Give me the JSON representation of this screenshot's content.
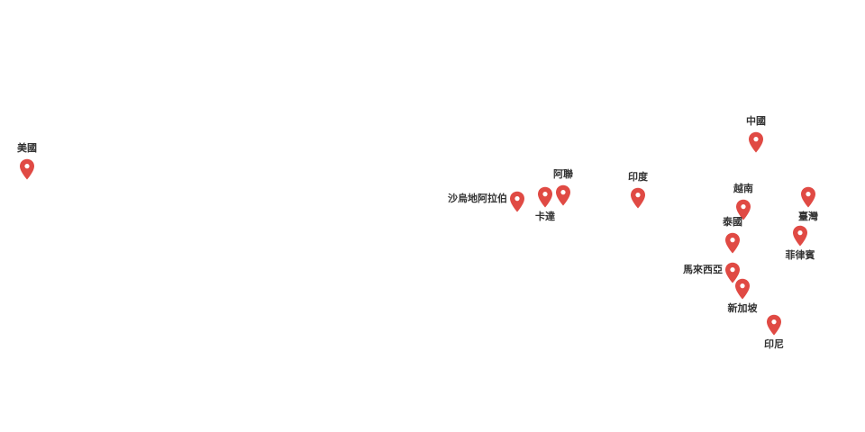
{
  "map": {
    "pin_color": "#e04a44",
    "pin_dot_color": "#ffffff",
    "label_color": "#333333",
    "markers": [
      {
        "id": "usa",
        "name": "美國"
      },
      {
        "id": "saudi",
        "name": "沙烏地阿拉伯"
      },
      {
        "id": "qatar",
        "name": "卡達"
      },
      {
        "id": "uae",
        "name": "阿聯"
      },
      {
        "id": "india",
        "name": "印度"
      },
      {
        "id": "china",
        "name": "中國"
      },
      {
        "id": "vietnam",
        "name": "越南"
      },
      {
        "id": "taiwan",
        "name": "臺灣"
      },
      {
        "id": "thailand",
        "name": "泰國"
      },
      {
        "id": "philippines",
        "name": "菲律賓"
      },
      {
        "id": "malaysia",
        "name": "馬來西亞"
      },
      {
        "id": "singapore",
        "name": "新加坡"
      },
      {
        "id": "indonesia",
        "name": "印尼"
      }
    ]
  }
}
